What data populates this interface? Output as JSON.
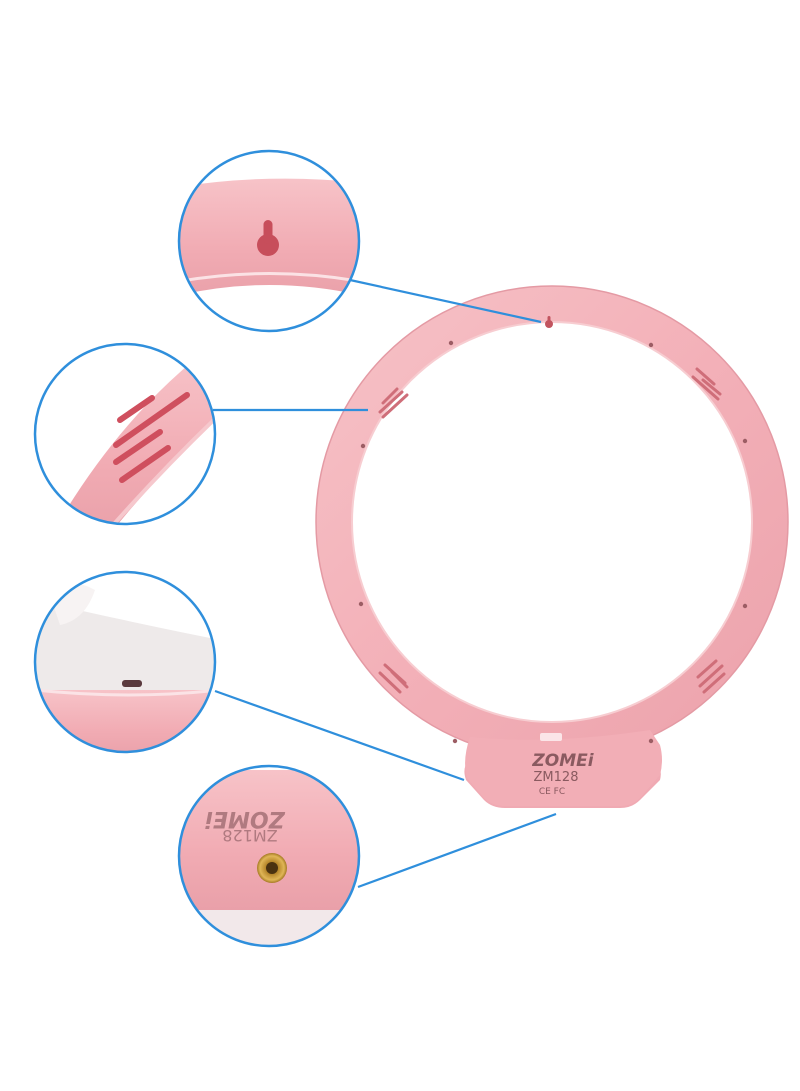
{
  "product": {
    "brand": "ZOMEi",
    "model": "ZM128",
    "certification_marks": "CE FC"
  },
  "colors": {
    "ring": "#f3b3ba",
    "ring_dark": "#e8959f",
    "callout_line": "#2f8fdc",
    "background": "#ffffff"
  },
  "callouts": [
    {
      "name": "hanging-hole-detail"
    },
    {
      "name": "vent-slots-detail"
    },
    {
      "name": "usb-port-detail"
    },
    {
      "name": "tripod-mount-detail"
    }
  ]
}
